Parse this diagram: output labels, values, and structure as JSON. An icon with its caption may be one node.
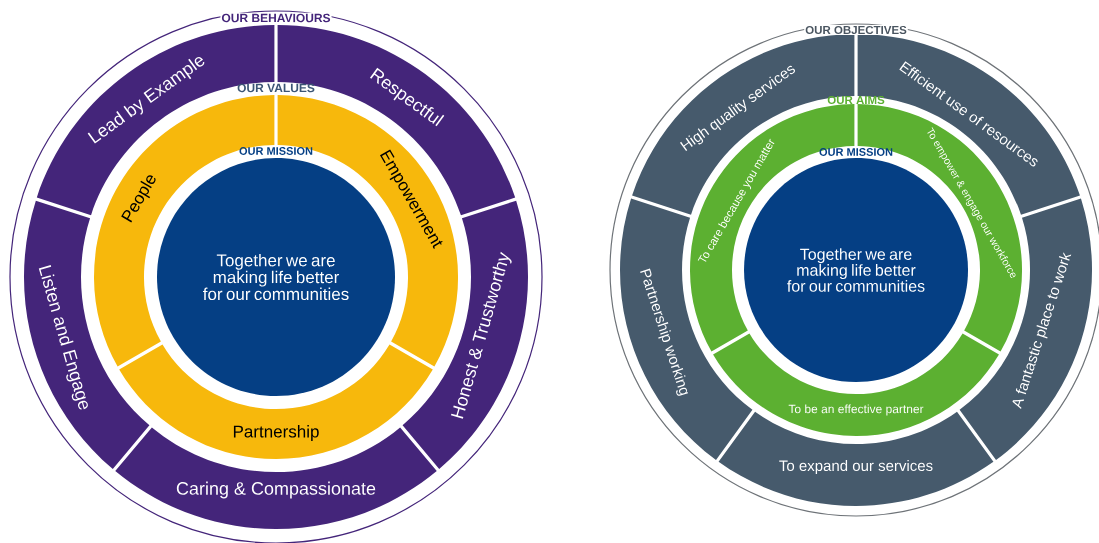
{
  "diagram": {
    "nodes": [
      {
        "text": [
          "Lead by Example"
        ]
      },
      {
        "text": [
          "Respectful"
        ]
      },
      {
        "text": [
          "Listen and Engage"
        ]
      },
      {
        "text": [
          "Honest & Trustworthy"
        ]
      },
      {
        "text": [
          "Caring & Compassionate"
        ]
      },
      {
        "text": [
          "People"
        ]
      },
      {
        "text": [
          "Empowerment"
        ]
      },
      {
        "text": [
          "Partnership"
        ]
      },
      {
        "text": [
          "OUR MISSION",
          "Together we are making life better for our communities"
        ]
      },
      {
        "text": [
          "High quality services"
        ]
      },
      {
        "text": [
          "Efficient use of resources"
        ]
      },
      {
        "text": [
          "Partnership working"
        ]
      },
      {
        "text": [
          "A fantastic place to work"
        ]
      },
      {
        "text": [
          "To expand our services"
        ]
      },
      {
        "text": [
          "To care because you matter"
        ]
      },
      {
        "text": [
          "To empower & engage our workforce"
        ]
      },
      {
        "text": [
          "To be an effective partner"
        ]
      },
      {
        "text": [
          "OUR MISSION",
          "Together we are making life better for our communities"
        ]
      }
    ],
    "labels": [
      "OUR BEHAVIOURS",
      "OUR VALUES",
      "OUR OBJECTIVES",
      "OUR AIMS"
    ]
  }
}
